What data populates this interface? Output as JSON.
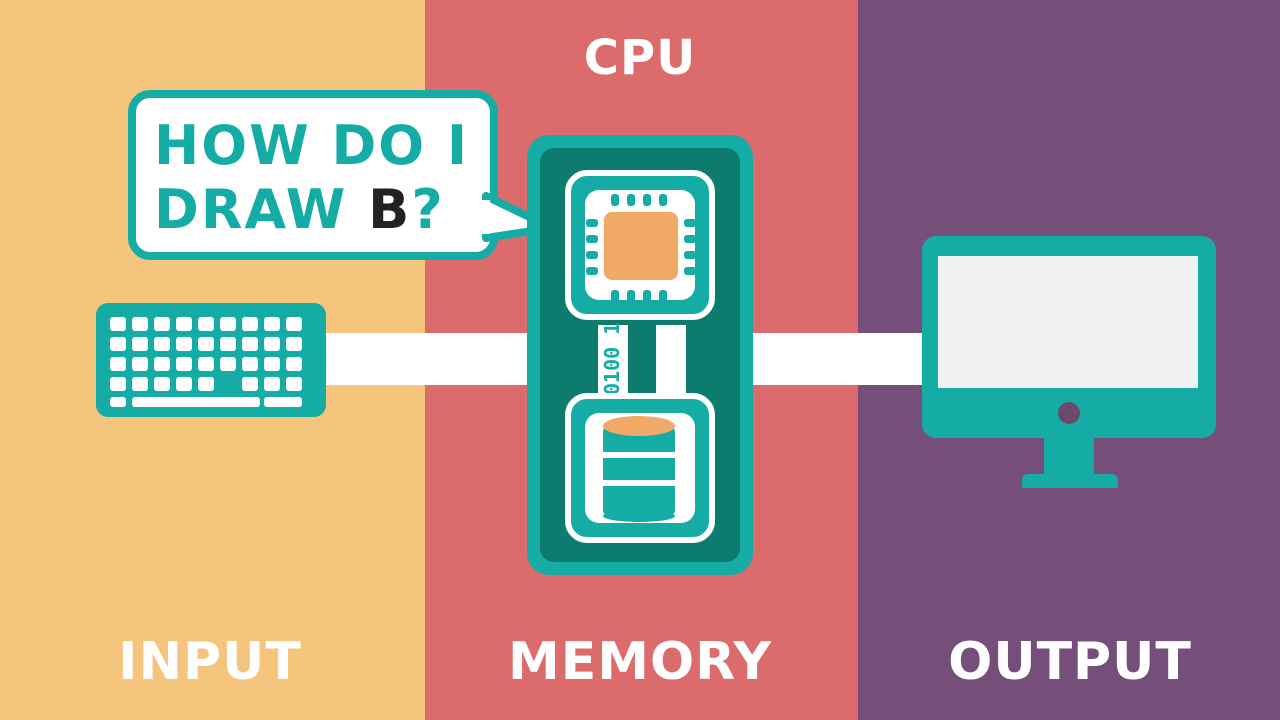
{
  "labels": {
    "cpu": "CPU",
    "input": "INPUT",
    "memory": "MEMORY",
    "output": "OUTPUT"
  },
  "bubble": {
    "line1": "HOW DO I",
    "line2_prefix": "DRAW ",
    "line2_highlight": "B",
    "line2_suffix": "?"
  },
  "binary_strip": "0100 1",
  "colors": {
    "input_panel": "#f5c57e",
    "cpu_panel": "#dc6b6b",
    "output_panel": "#754f7a",
    "teal": "#16aca6",
    "dark_teal": "#0d7b6d",
    "core_orange": "#f1a967",
    "highlight_text": "#222222"
  },
  "icons": [
    "keyboard-icon",
    "processor-chip-icon",
    "database-icon",
    "monitor-icon"
  ]
}
